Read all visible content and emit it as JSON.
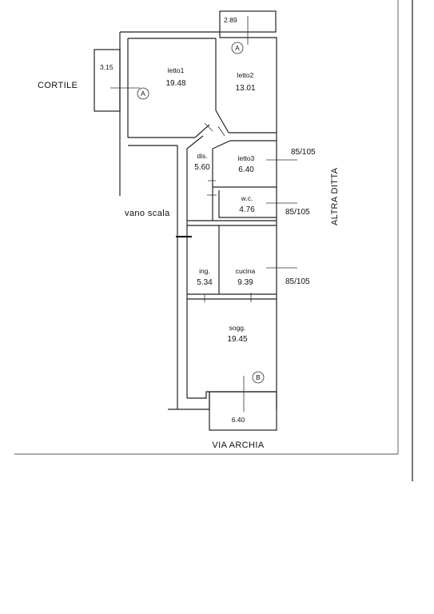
{
  "plan": {
    "rooms": [
      {
        "id": "letto1",
        "name": "letto1",
        "area": "19.48"
      },
      {
        "id": "letto2",
        "name": "letto2",
        "area": "13.01"
      },
      {
        "id": "dis",
        "name": "dis.",
        "area": "5.60"
      },
      {
        "id": "letto3",
        "name": "letto3",
        "area": "6.40"
      },
      {
        "id": "wc",
        "name": "w.c.",
        "area": "4.76"
      },
      {
        "id": "ing",
        "name": "ing.",
        "area": "5.34"
      },
      {
        "id": "cucina",
        "name": "cucina",
        "area": "9.39"
      },
      {
        "id": "sogg",
        "name": "sogg.",
        "area": "19.45"
      }
    ],
    "balconies": {
      "top_right": "2.89",
      "left": "3.15",
      "bottom": "6.40"
    },
    "window_sizes": [
      "85/105",
      "85/105",
      "85/105"
    ],
    "markers": [
      "A",
      "A",
      "B"
    ],
    "labels": {
      "courtyard": "CORTILE",
      "stairwell": "vano scala",
      "neighbor": "ALTRA DITTA",
      "street": "VIA ARCHIA"
    }
  }
}
